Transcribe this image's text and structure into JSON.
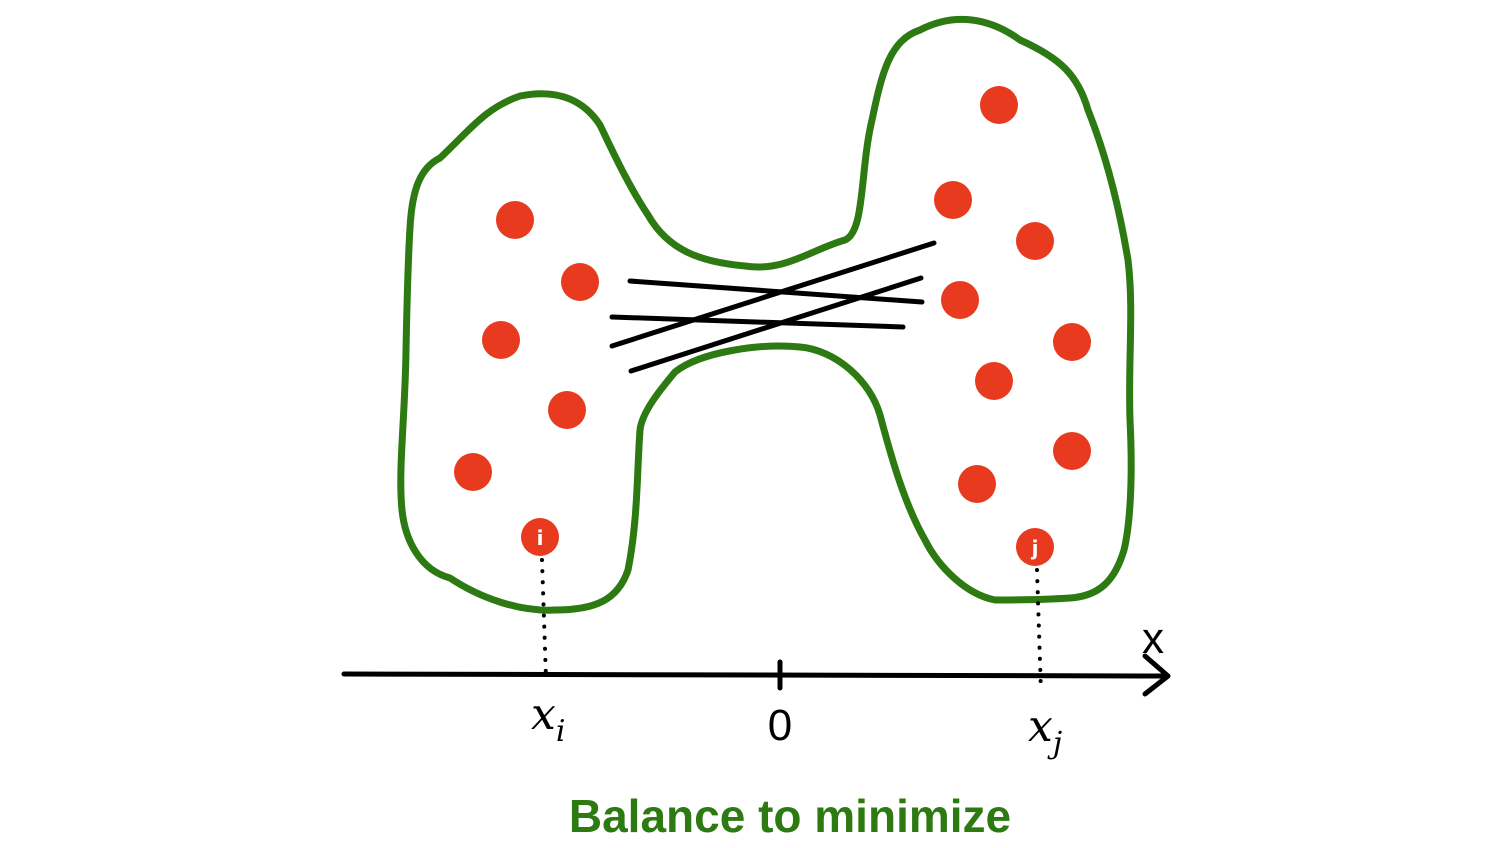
{
  "diagram": {
    "axis": {
      "name": "x",
      "origin_label": "0"
    },
    "point_i": {
      "node_label": "i",
      "axis_label": "x",
      "axis_subscript": "i"
    },
    "point_j": {
      "node_label": "j",
      "axis_label": "x",
      "axis_subscript": "j"
    },
    "caption": "Balance to minimize",
    "colors": {
      "outline": "#2d7a12",
      "node": "#e83a1e",
      "line": "#000000",
      "caption": "#2d7a12"
    }
  }
}
